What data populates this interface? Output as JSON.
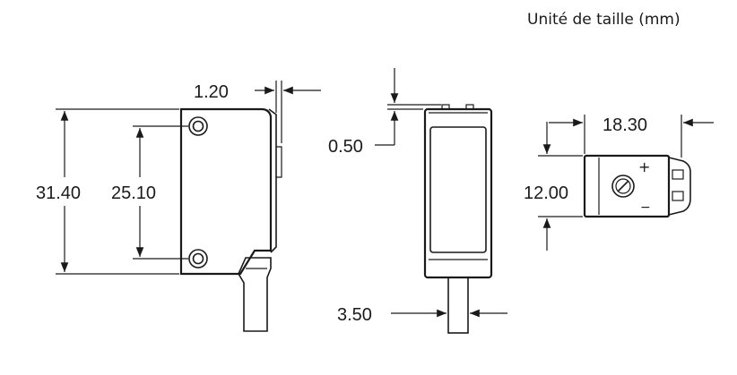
{
  "unit_label": "Unité de taille (mm)",
  "dimensions": {
    "side_offset": "1.20",
    "side_height": "31.40",
    "hole_spacing": "25.10",
    "front_top_offset": "0.50",
    "cable_diameter": "3.50",
    "back_width": "18.30",
    "back_height": "12.00"
  },
  "back_view": {
    "plus_sign": "+",
    "minus_sign": "−"
  }
}
